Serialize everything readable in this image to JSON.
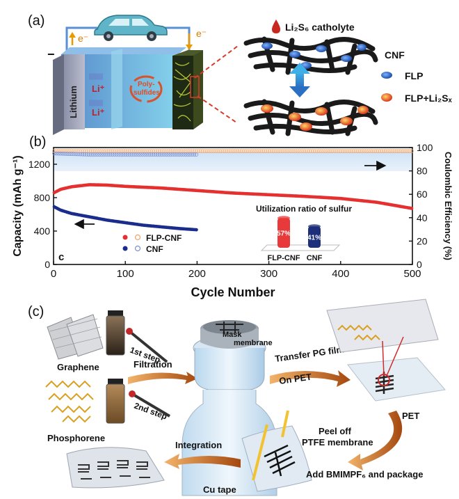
{
  "panel_a": {
    "label": "(a)",
    "electron_left": "e⁻",
    "electron_right": "e⁻",
    "minus_sign": "−",
    "lithium": "Lithium",
    "li_ion_1": "Li⁺",
    "li_ion_2": "Li⁺",
    "polysulfides_1": "Poly-",
    "polysulfides_2": "sulfides",
    "catholyte": "Li₂S₆ catholyte",
    "legend_cnf": "CNF",
    "legend_flp": "FLP",
    "legend_flp_li2sx": "FLP+Li₂Sₓ"
  },
  "panel_b": {
    "label": "(b)",
    "inset_letter": "c",
    "inset_title": "Utilization ratio of sulfur",
    "inset_bars": [
      {
        "name": "FLP-CNF",
        "percent": "57%",
        "value": 57,
        "color": "#e83a3a"
      },
      {
        "name": "CNF",
        "percent": "41%",
        "value": 41,
        "color": "#1d2f7a"
      }
    ],
    "colors": {
      "flp_cnf": "#e53030",
      "cnf": "#1b2d8c",
      "flp_ce": "#f0a46a",
      "cnf_ce": "#7b8fd0"
    }
  },
  "chart_data": {
    "type": "scatter",
    "xlabel": "Cycle Number",
    "ylabel_left": "Capacity (mAh g⁻¹)",
    "ylabel_right": "Coulombic Efficiency (%)",
    "xlim": [
      0,
      500
    ],
    "ylim_left": [
      0,
      1400
    ],
    "ylim_right": [
      0,
      100
    ],
    "xticks": [
      0,
      100,
      200,
      300,
      400,
      500
    ],
    "yticks_left": [
      0,
      400,
      800,
      1200
    ],
    "yticks_right": [
      0,
      20,
      40,
      60,
      80,
      100
    ],
    "legend": [
      "FLP-CNF",
      "CNF"
    ],
    "legend_position": "bottom-left",
    "series": [
      {
        "name": "FLP-CNF",
        "axis": "left",
        "marker": "filled-circle",
        "x": [
          1,
          10,
          25,
          50,
          75,
          100,
          150,
          200,
          250,
          300,
          350,
          400,
          450,
          500
        ],
        "y": [
          860,
          900,
          930,
          955,
          950,
          935,
          915,
          885,
          855,
          835,
          815,
          790,
          745,
          670
        ]
      },
      {
        "name": "CNF",
        "axis": "left",
        "marker": "filled-circle",
        "x": [
          1,
          10,
          25,
          50,
          75,
          100,
          125,
          150,
          175,
          200
        ],
        "y": [
          690,
          650,
          610,
          570,
          530,
          500,
          470,
          450,
          430,
          415
        ]
      },
      {
        "name": "FLP-CNF",
        "axis": "right",
        "marker": "open-circle",
        "x": [
          1,
          100,
          200,
          300,
          400,
          500
        ],
        "y": [
          97,
          97,
          97,
          97,
          97,
          97
        ]
      },
      {
        "name": "CNF",
        "axis": "right",
        "marker": "open-circle",
        "x": [
          1,
          50,
          100,
          150,
          200
        ],
        "y": [
          95,
          94,
          94,
          94,
          94
        ]
      }
    ]
  },
  "panel_c": {
    "label": "(c)",
    "graphene": "Graphene",
    "phosphorene": "Phosphorene",
    "step1": "1st step",
    "step2": "2nd step",
    "filtration": "Filtration",
    "mask": "Mask",
    "membrane": "membrane",
    "transfer": "Transfer PG film",
    "on_pet": "On PET",
    "pet": "PET",
    "peel_off": "Peel off",
    "ptfe": "PTFE membrane",
    "add": "Add BMIMPF₆ and package",
    "integration": "Integration",
    "cu_tape": "Cu tape"
  }
}
